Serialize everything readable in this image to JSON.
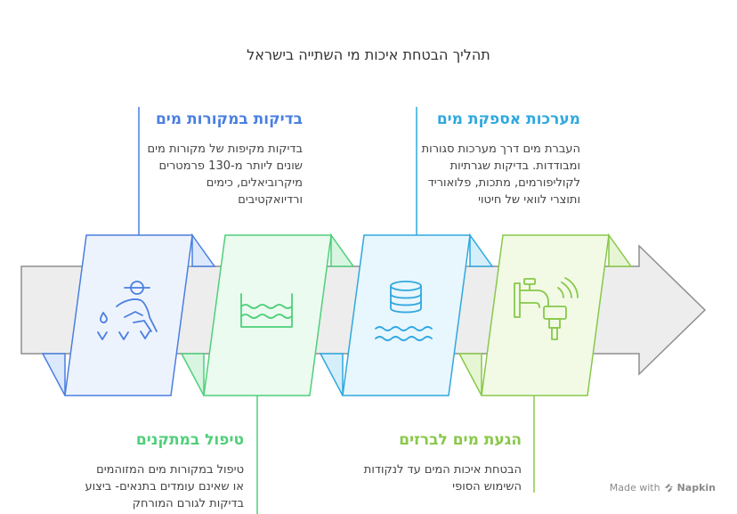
{
  "title": "תהליך הבטחת איכות מי השתייה בישראל",
  "colors": {
    "blue": "#4a7fe0",
    "green": "#4fcf7a",
    "cyan": "#2fa8de",
    "lime": "#88c84a",
    "arrow_fill": "#ededed",
    "arrow_stroke": "#8f8f8f"
  },
  "steps": [
    {
      "id": "step-1",
      "title": "בדיקות במקורות מים",
      "lines": [
        "בדיקות מקיפות של מקורות מים",
        "שונים ליותר מ-130 פרמטרים",
        "מיקרוביאלים, כימים",
        "ורדיואקטיבים"
      ],
      "icon": "water-sampling-icon"
    },
    {
      "id": "step-2",
      "title": "טיפול במתקנים",
      "lines": [
        "טיפול במקורות מים המזוהמים",
        "או שאינם עומדים בתנאים- ביצוע",
        "בדיקות לגורם המורחק"
      ],
      "icon": "water-waves-icon"
    },
    {
      "id": "step-3",
      "title": "מערכות אספקת מים",
      "lines": [
        "העברת מים דרך מערכות סגורות",
        "ומבודדות. בדיקות שגרתיות",
        "לקוליפורמים, מתכות, פלואוריד",
        "ותוצרי לוואי של חיטוי"
      ],
      "icon": "water-storage-icon"
    },
    {
      "id": "step-4",
      "title": "הגעת מים לברזים",
      "lines": [
        "הבטחת איכות המים עד לנקודות",
        "השימוש הסופי"
      ],
      "icon": "faucet-icon"
    }
  ],
  "credit": {
    "prefix": "Made with",
    "brand": "Napkin"
  }
}
